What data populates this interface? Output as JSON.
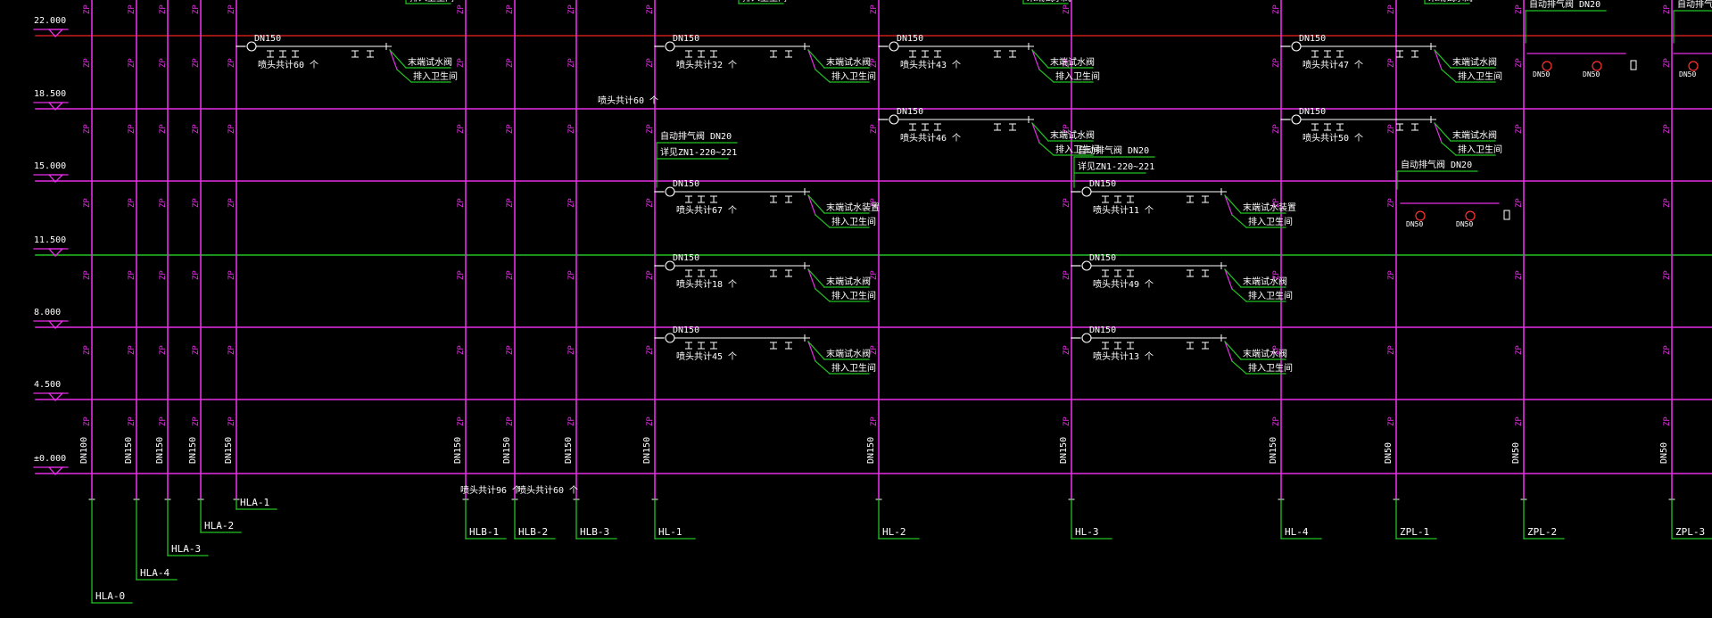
{
  "colors": {
    "background": "#000000",
    "pipe": "#e62ee6",
    "leader": "#22c322",
    "text": "#ffffff",
    "floor_line_red": "#c81e1e",
    "floor_line_green": "#22c322",
    "valve_red": "#ff3030"
  },
  "floors": [
    {
      "id": "f22",
      "label": "22.000"
    },
    {
      "id": "f18",
      "label": "18.500"
    },
    {
      "id": "f15",
      "label": "15.000"
    },
    {
      "id": "f11",
      "label": "11.500"
    },
    {
      "id": "f8",
      "label": "8.000"
    },
    {
      "id": "f4",
      "label": "4.500"
    },
    {
      "id": "f0",
      "label": "±0.000"
    }
  ],
  "risers": [
    {
      "id": "HLA-0",
      "label": "HLA-0",
      "diameter": "DN100",
      "code": "ZP"
    },
    {
      "id": "HLA-4",
      "label": "HLA-4",
      "diameter": "DN150",
      "code": "ZP"
    },
    {
      "id": "HLA-3",
      "label": "HLA-3",
      "diameter": "DN150",
      "code": "ZP"
    },
    {
      "id": "HLA-2",
      "label": "HLA-2",
      "diameter": "DN150",
      "code": "ZP"
    },
    {
      "id": "HLA-1",
      "label": "HLA-1",
      "diameter": "DN150",
      "code": "ZP"
    },
    {
      "id": "HLB-1",
      "label": "HLB-1",
      "diameter": "DN150",
      "code": "ZP"
    },
    {
      "id": "HLB-2",
      "label": "HLB-2",
      "diameter": "DN150",
      "code": "ZP"
    },
    {
      "id": "HLB-3",
      "label": "HLB-3",
      "diameter": "DN150",
      "code": "ZP"
    },
    {
      "id": "HL-1",
      "label": "HL-1",
      "diameter": "DN150",
      "code": "ZP"
    },
    {
      "id": "HL-2",
      "label": "HL-2",
      "diameter": "DN150",
      "code": "ZP"
    },
    {
      "id": "HL-3",
      "label": "HL-3",
      "diameter": "DN150",
      "code": "ZP"
    },
    {
      "id": "HL-4",
      "label": "HL-4",
      "diameter": "DN150",
      "code": "ZP"
    },
    {
      "id": "ZPL-1",
      "label": "ZPL-1",
      "diameter": "DN50",
      "code": "ZP"
    },
    {
      "id": "ZPL-2",
      "label": "ZPL-2",
      "diameter": "DN50",
      "code": "ZP"
    },
    {
      "id": "ZPL-3",
      "label": "ZPL-3",
      "diameter": "DN50",
      "code": "ZP"
    }
  ],
  "branches": [
    {
      "riser": "HLA-1",
      "floor": "f22",
      "dn": "DN150",
      "count": "喷头共计60 个",
      "end_a": "末端试水阀",
      "end_b": "排入卫生间"
    },
    {
      "riser": "HL-1",
      "floor": "f22",
      "dn": "DN150",
      "count": "喷头共计32 个",
      "end_a": "末端试水阀",
      "end_b": "排入卫生间"
    },
    {
      "riser": "HL-2",
      "floor": "f22",
      "dn": "DN150",
      "count": "喷头共计43 个",
      "end_a": "末端试水阀",
      "end_b": "排入卫生间"
    },
    {
      "riser": "HL-2",
      "floor": "f18",
      "dn": "DN150",
      "count": "喷头共计46 个",
      "end_a": "末端试水阀",
      "end_b": "排入卫生间"
    },
    {
      "riser": "HL-4",
      "floor": "f22",
      "dn": "DN150",
      "count": "喷头共计47 个",
      "end_a": "末端试水阀",
      "end_b": "排入卫生间"
    },
    {
      "riser": "HL-4",
      "floor": "f18",
      "dn": "DN150",
      "count": "喷头共计50 个",
      "end_a": "末端试水阀",
      "end_b": "排入卫生间"
    },
    {
      "riser": "HL-1",
      "floor": "f15",
      "dn": "DN150",
      "count": "喷头共计67 个",
      "end_a": "末端试水装置",
      "end_b": "排入卫生间"
    },
    {
      "riser": "HL-1",
      "floor": "f11",
      "dn": "DN150",
      "count": "喷头共计18 个",
      "end_a": "末端试水阀",
      "end_b": "排入卫生间"
    },
    {
      "riser": "HL-1",
      "floor": "f8",
      "dn": "DN150",
      "count": "喷头共计45 个",
      "end_a": "末端试水阀",
      "end_b": "排入卫生间"
    },
    {
      "riser": "HL-3",
      "floor": "f15",
      "dn": "DN150",
      "count": "喷头共计11 个",
      "end_a": "末端试水装置",
      "end_b": "排入卫生间"
    },
    {
      "riser": "HL-3",
      "floor": "f11",
      "dn": "DN150",
      "count": "喷头共计49 个",
      "end_a": "末端试水阀",
      "end_b": "排入卫生间"
    },
    {
      "riser": "HL-3",
      "floor": "f8",
      "dn": "DN150",
      "count": "喷头共计13 个",
      "end_a": "末端试水阀",
      "end_b": "排入卫生间"
    }
  ],
  "top_clip": {
    "end_a": "末端试水阀",
    "end_b": "排入卫生间"
  },
  "annotations": {
    "free_count": "喷头共计60 个",
    "air_valve": "自动排气阀 DN20",
    "detail_ref": "详见ZN1-220~221",
    "bottom_count_a": "喷头共计96 个",
    "bottom_count_b": "喷头共计60 个",
    "zpl_valve_dn": "DN50"
  }
}
